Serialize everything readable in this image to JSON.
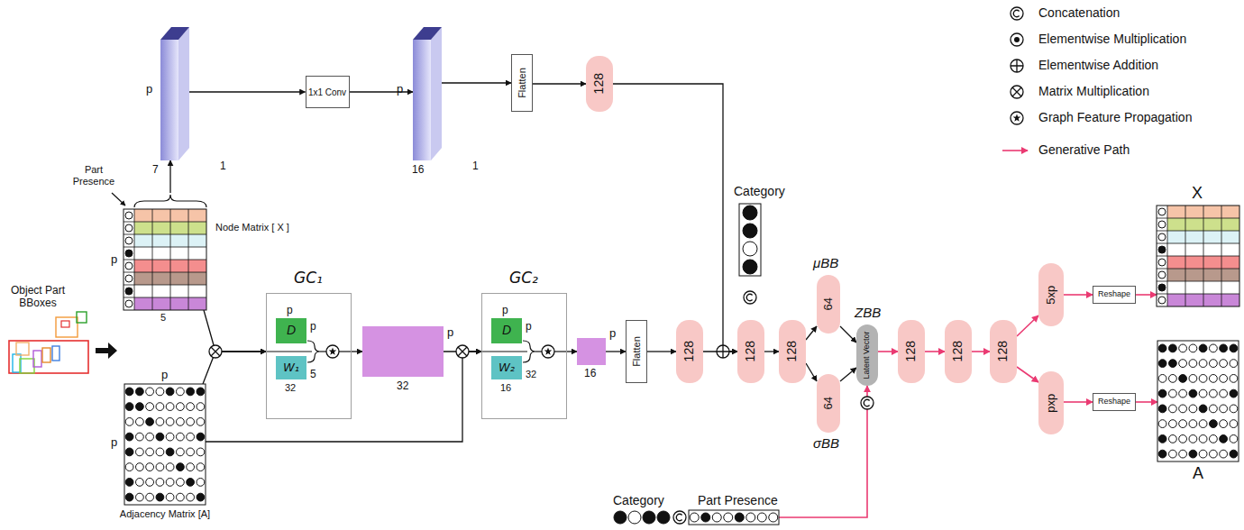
{
  "diagram": {
    "nodes": [
      {
        "text": [
          "Part Presence",
          "p",
          "Node Matrix [ X ]",
          "5"
        ]
      },
      {
        "text": [
          "p",
          "p",
          "Adjacency Matrix [A]"
        ]
      },
      {
        "text": [
          "p",
          "7",
          "1"
        ]
      },
      {
        "text": [
          "1x1 Conv"
        ]
      },
      {
        "text": [
          "p",
          "16",
          "1"
        ]
      },
      {
        "text": [
          "Flatten"
        ]
      },
      {
        "text": [
          "128"
        ]
      },
      {
        "text": [
          "GC₁"
        ]
      },
      {
        "text": [
          "p",
          "D",
          "p"
        ],
        "in": 7
      },
      {
        "text": [
          "W₁",
          "5",
          "32"
        ],
        "in": 7
      },
      {
        "text": [
          "p",
          "32"
        ]
      },
      {
        "text": [
          "GC₂"
        ]
      },
      {
        "text": [
          "p",
          "D",
          "p"
        ],
        "in": 11
      },
      {
        "text": [
          "W₂",
          "32",
          "16"
        ],
        "in": 11
      },
      {
        "text": [
          "p",
          "16"
        ]
      },
      {
        "text": [
          "Flatten"
        ]
      },
      {
        "text": [
          "128"
        ]
      },
      {
        "text": [
          "Category"
        ]
      },
      {
        "text": [
          "128"
        ]
      },
      {
        "text": [
          "128"
        ]
      },
      {
        "text": [
          "μBB",
          "64"
        ]
      },
      {
        "text": [
          "64",
          "σBB"
        ]
      },
      {
        "text": [
          "ZBB",
          "Latent Vector"
        ]
      },
      {
        "text": [
          "128"
        ]
      },
      {
        "text": [
          "128"
        ]
      },
      {
        "text": [
          "128"
        ]
      },
      {
        "text": [
          "5xp"
        ]
      },
      {
        "text": [
          "pxp"
        ]
      },
      {
        "text": [
          "Reshape"
        ]
      },
      {
        "text": [
          "Reshape"
        ]
      },
      {
        "text": [
          "X"
        ]
      },
      {
        "text": [
          "A"
        ]
      },
      {
        "text": [
          "Category"
        ]
      },
      {
        "text": [
          "Part Presence"
        ]
      }
    ],
    "edges": [
      {
        "from": 0,
        "to": 2,
        "arrow": "to"
      },
      {
        "from": 2,
        "to": 3,
        "arrow": "to"
      },
      {
        "from": 3,
        "to": 4,
        "arrow": "to"
      },
      {
        "from": 4,
        "to": 5,
        "arrow": "to"
      },
      {
        "from": 5,
        "to": 6,
        "arrow": "to"
      },
      {
        "from": 6,
        "to": 18,
        "arrow": "to"
      },
      {
        "from": 0,
        "to": 7,
        "arrow": "to"
      },
      {
        "from": 1,
        "to": 7,
        "arrow": "to"
      },
      {
        "from": 7,
        "to": 10,
        "arrow": "to"
      },
      {
        "from": 10,
        "to": 11,
        "arrow": "to"
      },
      {
        "from": 1,
        "to": 11,
        "arrow": "to"
      },
      {
        "from": 11,
        "to": 14,
        "arrow": "to"
      },
      {
        "from": 14,
        "to": 15,
        "arrow": "to"
      },
      {
        "from": 15,
        "to": 16,
        "arrow": "to"
      },
      {
        "from": 16,
        "to": 18,
        "arrow": "to"
      },
      {
        "from": 18,
        "to": 19,
        "arrow": "to"
      },
      {
        "from": 19,
        "to": 20,
        "arrow": "to"
      },
      {
        "from": 19,
        "to": 21,
        "arrow": "to"
      },
      {
        "from": 20,
        "to": 22,
        "arrow": "to"
      },
      {
        "from": 21,
        "to": 22,
        "arrow": "to"
      },
      {
        "from": 22,
        "to": 23,
        "arrow": "to"
      },
      {
        "from": 23,
        "to": 24,
        "arrow": "to"
      },
      {
        "from": 24,
        "to": 25,
        "arrow": "to"
      },
      {
        "from": 25,
        "to": 26,
        "arrow": "to"
      },
      {
        "from": 25,
        "to": 27,
        "arrow": "to"
      },
      {
        "from": 26,
        "to": 28,
        "arrow": "to"
      },
      {
        "from": 27,
        "to": 29,
        "arrow": "to"
      },
      {
        "from": 28,
        "to": 30,
        "arrow": "to"
      },
      {
        "from": 29,
        "to": 31,
        "arrow": "to"
      },
      {
        "from": 33,
        "to": 22,
        "arrow": "to"
      }
    ],
    "labels": [
      "Object Part BBoxes"
    ],
    "legend": [
      {
        "text": "Concatenation"
      },
      {
        "text": "Elementwise Multiplication"
      },
      {
        "text": "Elementwise Addition"
      },
      {
        "text": "Matrix Multiplication"
      },
      {
        "text": "Graph Feature Propagation"
      },
      {
        "text": "Generative Path"
      }
    ]
  }
}
